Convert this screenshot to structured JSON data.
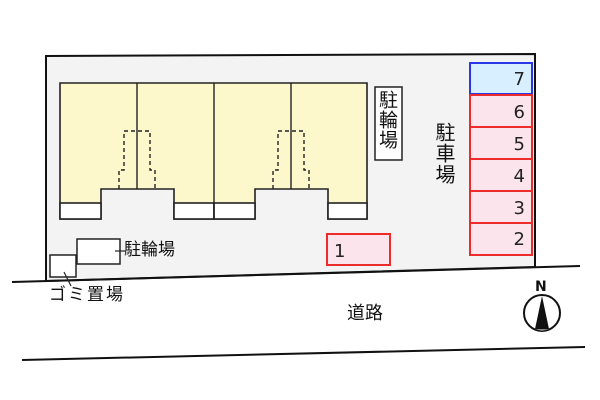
{
  "diagram": {
    "type": "site-plan",
    "road_label": "道路",
    "compass_label": "N",
    "bicycle_parking_top_label": "駐輪場",
    "bicycle_parking_bottom_label": "駐輪場",
    "garbage_label": "ゴミ置場",
    "car_parking_label": "駐車場",
    "parking_stalls": [
      {
        "number": "7",
        "color": "#d7efff",
        "border": "#2a37e6"
      },
      {
        "number": "6",
        "color": "#fbe4ec",
        "border": "#ee2b2b"
      },
      {
        "number": "5",
        "color": "#fbe4ec",
        "border": "#ee2b2b"
      },
      {
        "number": "4",
        "color": "#fbe4ec",
        "border": "#ee2b2b"
      },
      {
        "number": "3",
        "color": "#fbe4ec",
        "border": "#ee2b2b"
      },
      {
        "number": "2",
        "color": "#fbe4ec",
        "border": "#ee2b2b"
      }
    ],
    "separate_stall": {
      "number": "1",
      "color": "#fbe4ec",
      "border": "#ee2b2b"
    },
    "colors": {
      "site": "#f3f3f3",
      "building": "#fdf8cc",
      "outline": "#222222"
    }
  }
}
